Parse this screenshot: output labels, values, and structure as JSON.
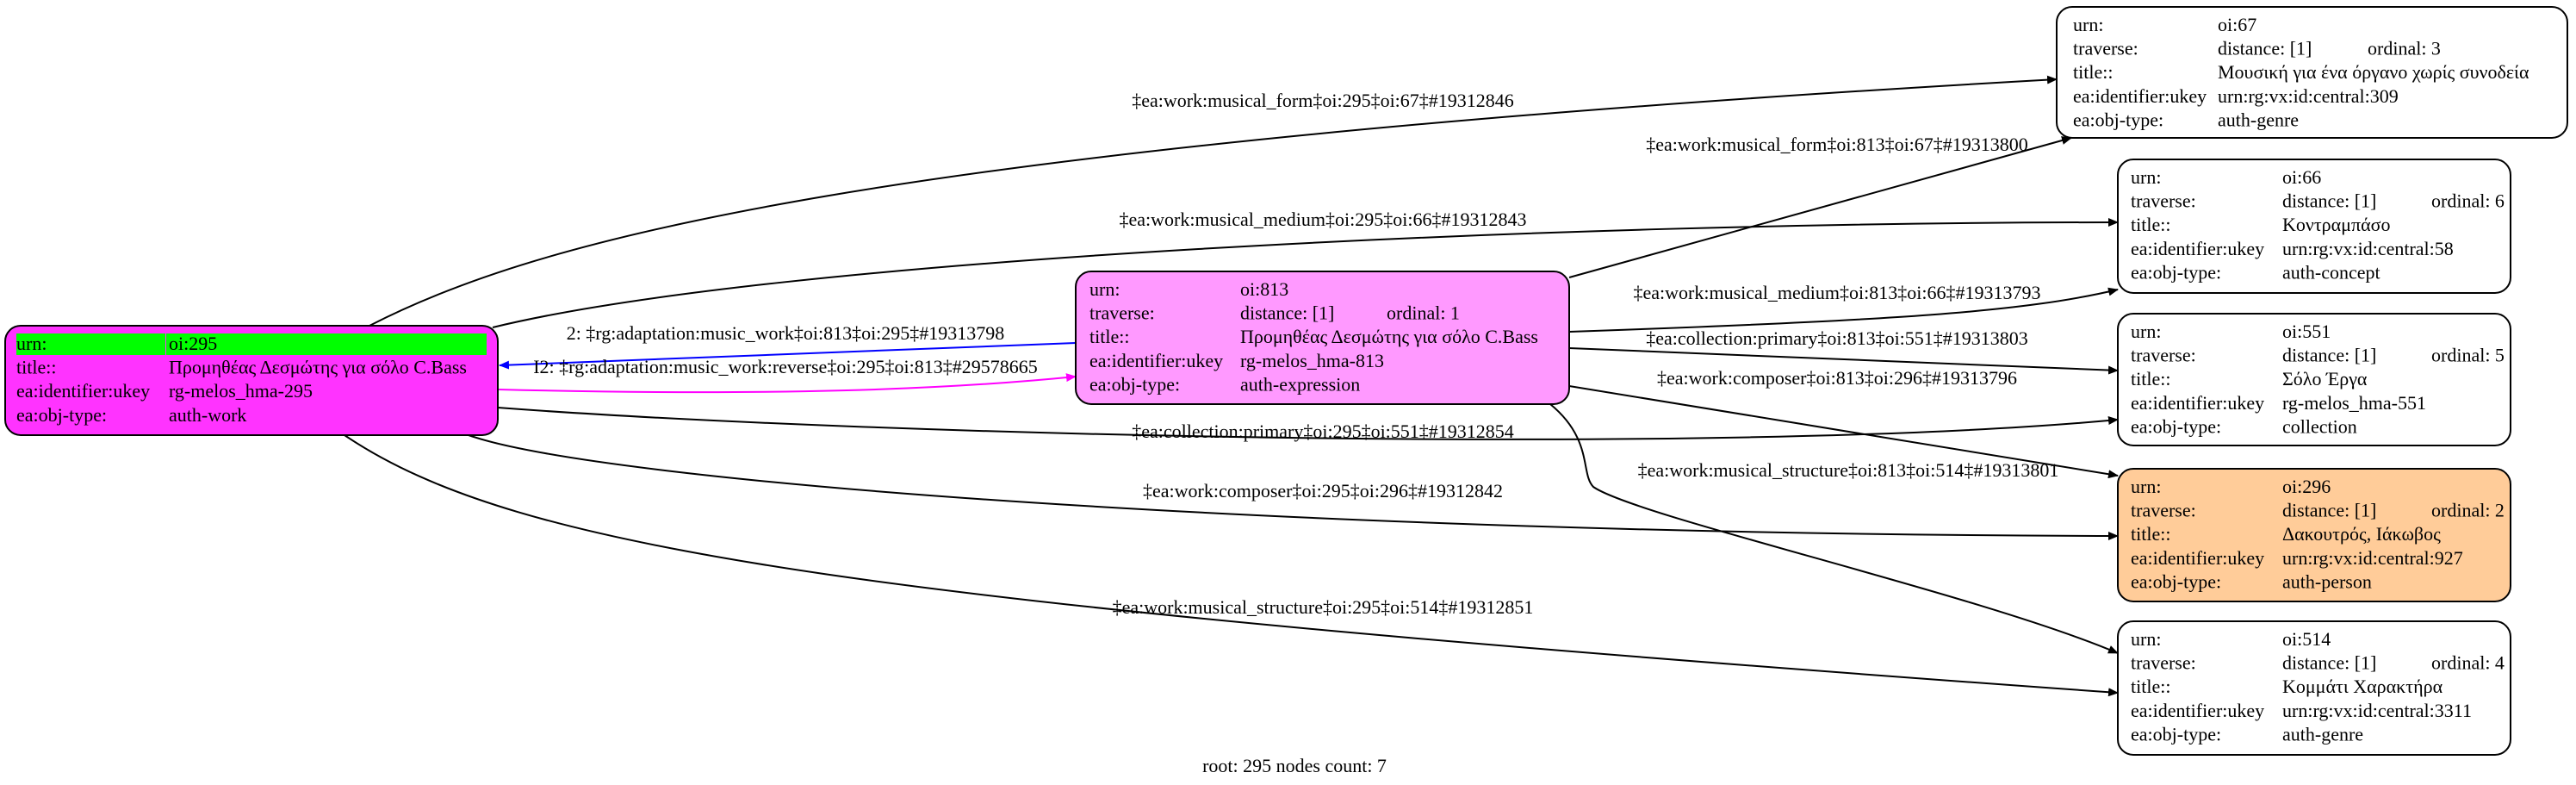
{
  "field_labels": {
    "urn": "urn:",
    "traverse": "traverse:",
    "title": "title::",
    "ukey": "ea:identifier:ukey",
    "obj_type": "ea:obj-type:"
  },
  "colors": {
    "root_fill": "#ff33ff",
    "root_urn_highlight": "#00ff00",
    "expression_fill": "#ff99ff",
    "person_fill": "#ffcc99",
    "default_fill": "#ffffff",
    "blue_edge": "#0000ff",
    "magenta_edge": "#ff00ff"
  },
  "nodes": {
    "n295": {
      "urn": "oi:295",
      "title": "Προμηθέας Δεσμώτης για σόλο C.Bass",
      "ukey": "rg-melos_hma-295",
      "obj_type": "auth-work"
    },
    "n813": {
      "urn": "oi:813",
      "distance": "distance: [1]",
      "ordinal": "ordinal: 1",
      "title": "Προμηθέας Δεσμώτης για σόλο C.Bass",
      "ukey": "rg-melos_hma-813",
      "obj_type": "auth-expression"
    },
    "n67": {
      "urn": "oi:67",
      "distance": "distance: [1]",
      "ordinal": "ordinal: 3",
      "title": "Μουσική για ένα όργανο χωρίς συνοδεία",
      "ukey": "urn:rg:vx:id:central:309",
      "obj_type": "auth-genre"
    },
    "n66": {
      "urn": "oi:66",
      "distance": "distance: [1]",
      "ordinal": "ordinal: 6",
      "title": "Κοντραμπάσο",
      "ukey": "urn:rg:vx:id:central:58",
      "obj_type": "auth-concept"
    },
    "n551": {
      "urn": "oi:551",
      "distance": "distance: [1]",
      "ordinal": "ordinal: 5",
      "title": "Σόλο Έργα",
      "ukey": "rg-melos_hma-551",
      "obj_type": "collection"
    },
    "n296": {
      "urn": "oi:296",
      "distance": "distance: [1]",
      "ordinal": "ordinal: 2",
      "title": "Δακουτρός, Ιάκωβος",
      "ukey": "urn:rg:vx:id:central:927",
      "obj_type": "auth-person"
    },
    "n514": {
      "urn": "oi:514",
      "distance": "distance: [1]",
      "ordinal": "ordinal: 4",
      "title": "Κομμάτι Χαρακτήρα",
      "ukey": "urn:rg:vx:id:central:3311",
      "obj_type": "auth-genre"
    }
  },
  "edges": {
    "e295_67": "‡ea:work:musical_form‡oi:295‡oi:67‡#19312846",
    "e295_66": "‡ea:work:musical_medium‡oi:295‡oi:66‡#19312843",
    "e813_295": "2: ‡rg:adaptation:music_work‡oi:813‡oi:295‡#19313798",
    "e295_813": "I2: ‡rg:adaptation:music_work:reverse‡oi:295‡oi:813‡#29578665",
    "e295_551": "‡ea:collection:primary‡oi:295‡oi:551‡#19312854",
    "e295_296": "‡ea:work:composer‡oi:295‡oi:296‡#19312842",
    "e295_514": "‡ea:work:musical_structure‡oi:295‡oi:514‡#19312851",
    "e813_67": "‡ea:work:musical_form‡oi:813‡oi:67‡#19313800",
    "e813_66": "‡ea:work:musical_medium‡oi:813‡oi:66‡#19313793",
    "e813_551": "‡ea:collection:primary‡oi:813‡oi:551‡#19313803",
    "e813_296": "‡ea:work:composer‡oi:813‡oi:296‡#19313796",
    "e813_514": "‡ea:work:musical_structure‡oi:813‡oi:514‡#19313801"
  },
  "footer": "root: 295 nodes count: 7"
}
